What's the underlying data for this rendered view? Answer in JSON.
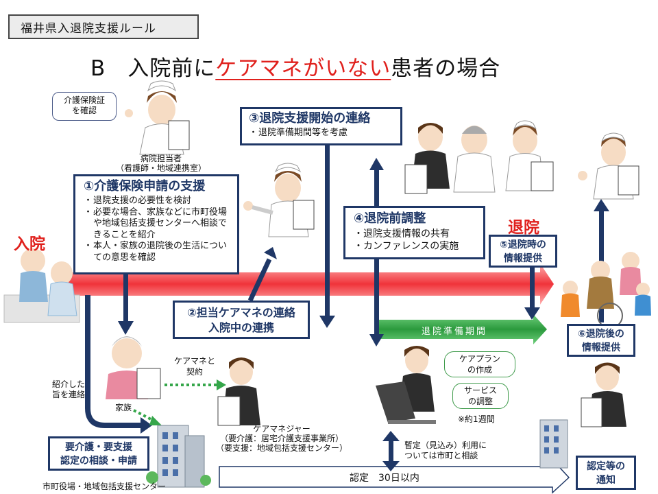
{
  "header": {
    "tag": "福井県入退院支援ルール",
    "title_prefix": "B　入院前に",
    "title_highlight": "ケアマネがいない",
    "title_suffix": "患者の場合"
  },
  "hospital_staff": {
    "bubble": [
      "介護保険証",
      "を確認"
    ],
    "caption": [
      "病院担当者",
      "（看護師・地域連携室）"
    ]
  },
  "step1": {
    "title": "①介護保険申請の支援",
    "items": [
      "退院支援の必要性を検討",
      "必要な場合、家族などに市町役場や地域包括支援センターへ相談できることを紹介",
      "本人・家族の退院後の生活についての意思を確認"
    ]
  },
  "step2": {
    "lines": [
      "②担当ケアマネの連絡",
      "入院中の連携"
    ]
  },
  "step3": {
    "title": "③退院支援開始の連絡",
    "items": [
      "退院準備期間等を考慮"
    ]
  },
  "step4": {
    "title": "④退院前調整",
    "items": [
      "退院支援情報の共有",
      "カンファレンスの実施"
    ]
  },
  "step5": {
    "lines": [
      "⑤退院時の",
      "情報提供"
    ]
  },
  "step6": {
    "lines": [
      "⑥退院後の",
      "情報提供"
    ]
  },
  "labels": {
    "admission": "入院",
    "discharge": "退院",
    "prep_period": "退院準備期間",
    "referral": [
      "紹介した",
      "旨を連絡"
    ],
    "family": "家族",
    "contract": [
      "ケアマネと",
      "契約"
    ],
    "care_manager": [
      "ケアマネジャー",
      "（要介護：居宅介護支援事業所）",
      "（要支援：地域包括支援センター）"
    ],
    "municipal": "市町役場・地域包括支援センター",
    "care_consult": [
      "要介護・要支援",
      "認定の相談・申請"
    ],
    "care_plan": [
      "ケアプラン",
      "の作成"
    ],
    "service_adjust": [
      "サービス",
      "の調整"
    ],
    "about_week": "※約1週間",
    "provisional": [
      "暫定（見込み）利用に",
      "ついては市町と相談"
    ],
    "certification": "認定　30日以内",
    "cert_notice": [
      "認定等の",
      "通知"
    ]
  },
  "colors": {
    "navy": "#1f3766",
    "red_arrow": "#f0333a",
    "green_arrow": "#35a64a",
    "title_red": "#e0201c"
  }
}
